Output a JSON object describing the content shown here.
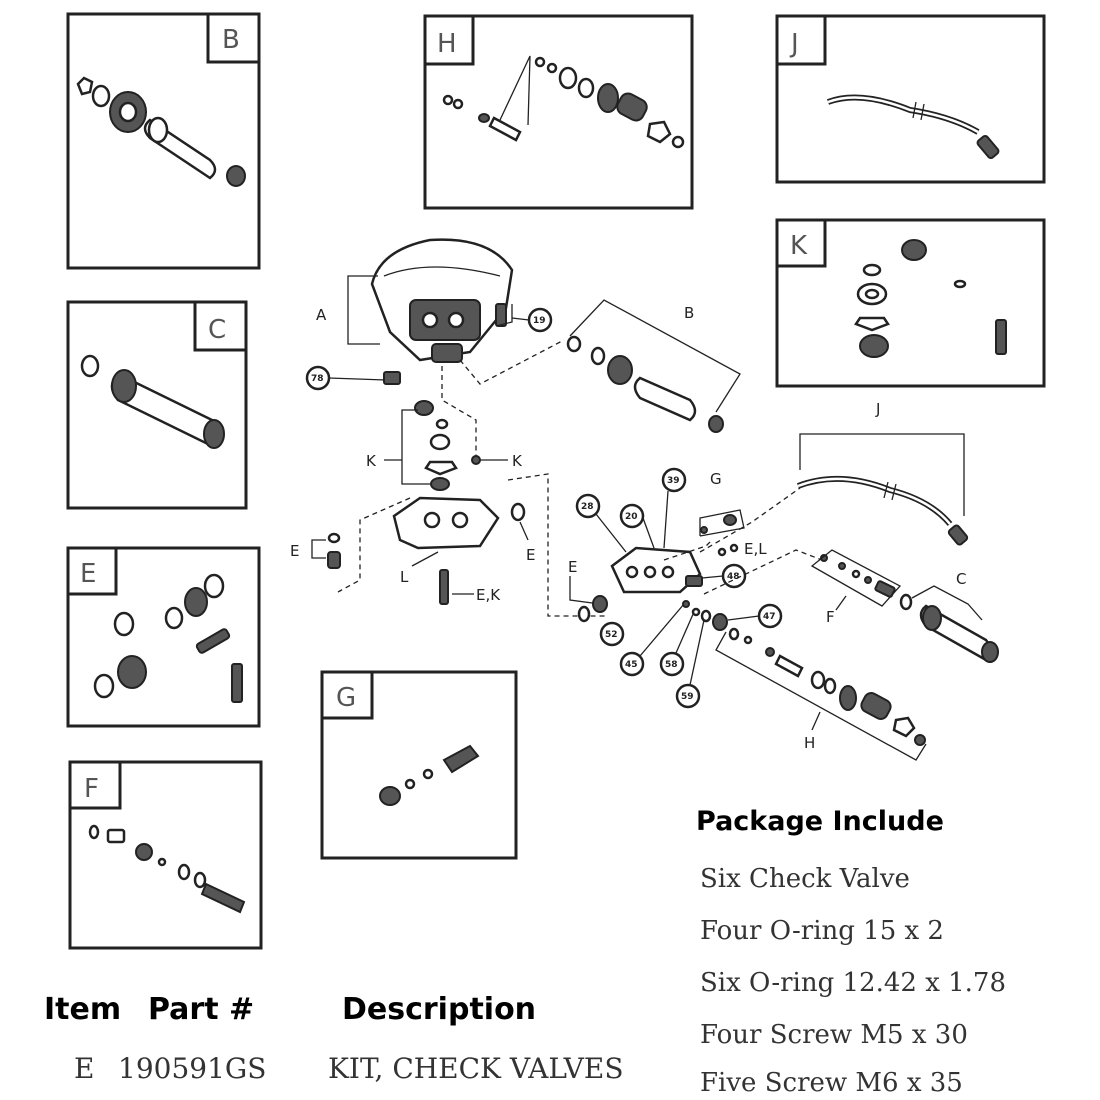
{
  "panels": [
    "B",
    "H",
    "J",
    "K",
    "C",
    "E",
    "F",
    "G"
  ],
  "callouts": {
    "A": "A",
    "B": "B",
    "J": "J",
    "K1": "K",
    "K2": "K",
    "E1": "E",
    "E2": "E",
    "E3": "E",
    "EL": "E,L",
    "EK": "E,K",
    "L": "L",
    "G": "G",
    "F": "F",
    "C": "C",
    "H": "H"
  },
  "bubbles": {
    "b19": "19",
    "b78": "78",
    "b39": "39",
    "b28": "28",
    "b20": "20",
    "b48": "48",
    "b47": "47",
    "b52": "52",
    "b45": "45",
    "b58": "58",
    "b59": "59"
  },
  "table": {
    "headers": {
      "item": "Item",
      "part": "Part #",
      "description": "Description"
    },
    "row": {
      "item": "E",
      "part": "190591GS",
      "description": "KIT, CHECK VALVES"
    }
  },
  "package": {
    "title": "Package Include",
    "items": [
      "Six Check Valve",
      "Four O-ring 15 x 2",
      "Six O-ring 12.42 x 1.78",
      "Four Screw M5 x 30",
      "Five Screw M6 x 35"
    ]
  }
}
